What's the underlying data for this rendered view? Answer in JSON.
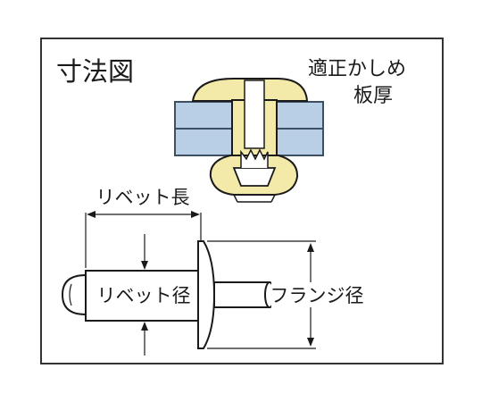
{
  "title": "寸法図",
  "labels": {
    "grip_range_line1": "適正かしめ",
    "grip_range_line2": "板厚",
    "rivet_length": "リベット長",
    "rivet_diameter": "リベット径",
    "flange_diameter": "フランジ径"
  },
  "colors": {
    "plate_fill": "#b9cfe6",
    "plate_stroke": "#3d4f63",
    "rivet_fill": "#f3e9a8",
    "outline": "#1a1a1a",
    "border": "#333333"
  }
}
